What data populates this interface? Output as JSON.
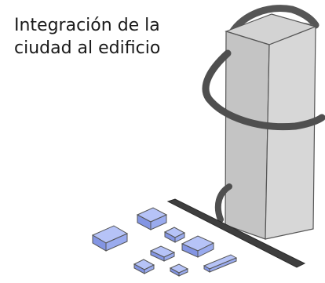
{
  "title": {
    "line1": "Integración de la",
    "line2": "ciudad al edificio"
  },
  "colors": {
    "tower": "#c8c8c8",
    "ribbon": "#555555",
    "blocks": "#9fb0f2",
    "text": "#1a1a1a"
  },
  "elements": {
    "tower": "tower",
    "ribbon": "spiral-ribbon",
    "road": "ground-road",
    "blocks": "city-blocks"
  }
}
